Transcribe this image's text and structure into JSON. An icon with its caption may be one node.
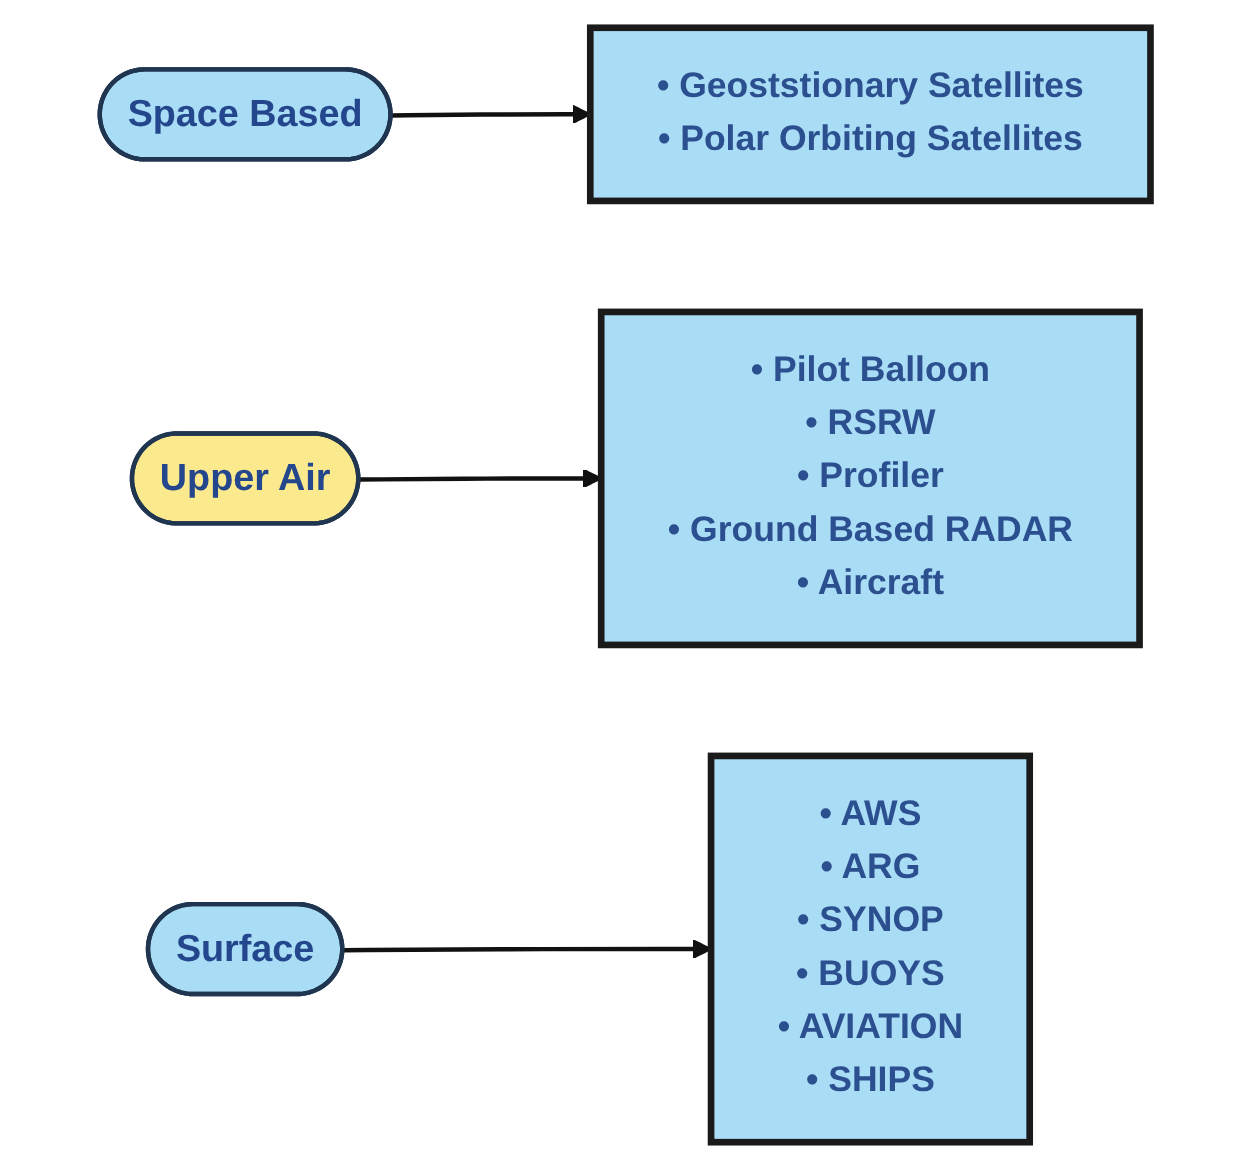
{
  "diagram": {
    "nodes": [
      {
        "text": [
          "Space Based"
        ]
      },
      {
        "text": [
          "• Geoststionary Satellites",
          "• Polar Orbiting Satellites"
        ]
      },
      {
        "text": [
          "Upper Air"
        ]
      },
      {
        "text": [
          "• Pilot Balloon",
          "• RSRW",
          "• Profiler",
          "• Ground Based RADAR",
          "• Aircraft"
        ]
      },
      {
        "text": [
          "Surface"
        ]
      },
      {
        "text": [
          "• AWS",
          "• ARG",
          "• SYNOP",
          "• BUOYS",
          "• AVIATION",
          "• SHIPS"
        ]
      }
    ],
    "edges": [
      {
        "from": 0,
        "to": 1,
        "arrow": "to"
      },
      {
        "from": 2,
        "to": 3,
        "arrow": "to"
      },
      {
        "from": 4,
        "to": 5,
        "arrow": "to"
      }
    ]
  }
}
